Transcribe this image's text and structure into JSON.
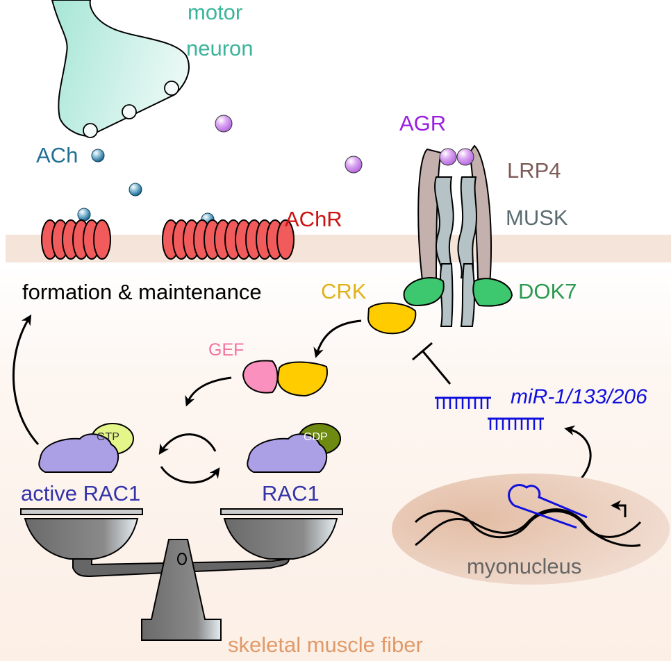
{
  "labels": {
    "motor_neuron_line1": "motor",
    "motor_neuron_line2": "neuron",
    "ach": "ACh",
    "agr": "AGR",
    "lrp4": "LRP4",
    "musk": "MUSK",
    "achr": "AChR",
    "formation": "formation & maintenance",
    "crk": "CRK",
    "dok7": "DOK7",
    "gef": "GEF",
    "mir": "miR-1/133/206",
    "gtp": "GTP",
    "gdp": "GDP",
    "active_rac1": "active RAC1",
    "rac1": "RAC1",
    "myonucleus": "myonucleus",
    "fiber": "skeletal muscle fiber"
  },
  "colors": {
    "motor_neuron": "#3bb59a",
    "neuron_fill": "#bfeee0",
    "ach": "#1f6f94",
    "agr": "#9b1de0",
    "agr_ball": "#d9a0f0",
    "lrp4": "#7d5c58",
    "lrp4_fill": "#c4b0ad",
    "musk": "#5a6b70",
    "musk_fill": "#b5c3c6",
    "achr": "#cc1111",
    "achr_fill": "#f25b5b",
    "crk": "#e0b219",
    "crk_fill": "#ffcc00",
    "dok7": "#2a9a4f",
    "dok7_fill": "#3dc76e",
    "gef": "#f272a2",
    "gef_fill": "#f990bd",
    "mir": "#1010dd",
    "rac_text": "#3333aa",
    "rac_fill": "#ab9fe6",
    "gtp_fill": "#e4f58a",
    "gdp_fill": "#6e8a10",
    "nucleus_fill": "#e8c7b2",
    "myonucleus_text": "#666666",
    "fiber_text": "#e09a6a",
    "membrane": "#f5e4da",
    "scale": "#6e6e6e"
  }
}
